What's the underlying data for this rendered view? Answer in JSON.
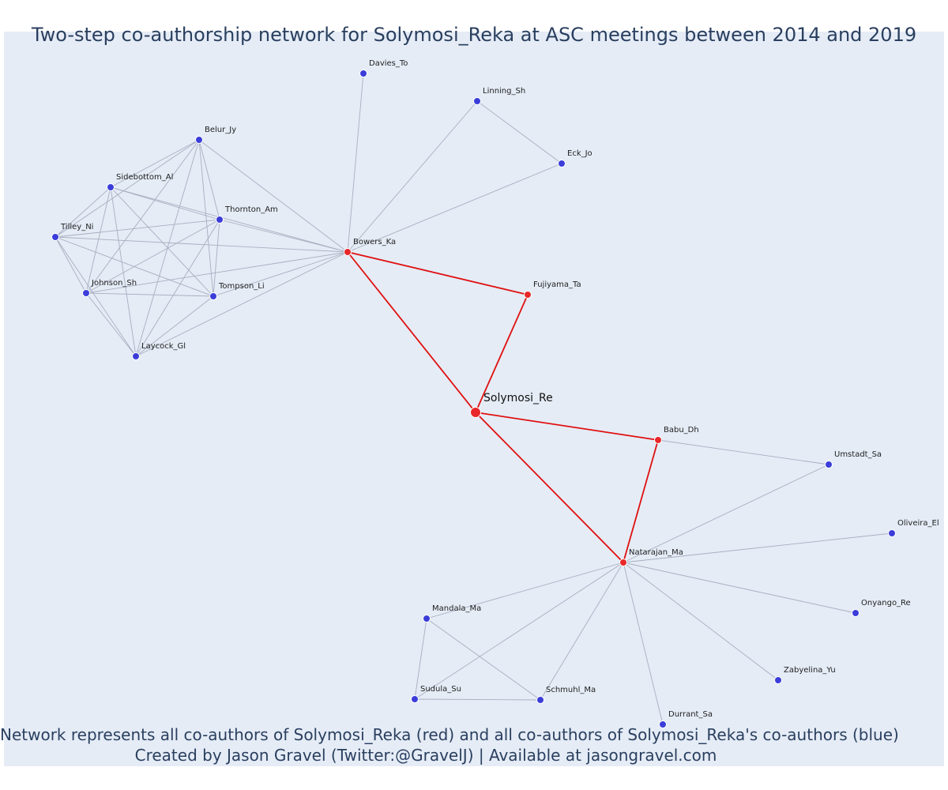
{
  "title": "Two-step co-authorship network for Solymosi_Reka at ASC meetings between 2014 and 2019",
  "footer": {
    "line1": "Network represents all co-authors of Solymosi_Reka (red) and all co-authors of Solymosi_Reka's co-authors (blue)",
    "line2": "Created by Jason Gravel (Twitter:@GravelJ) | Available at jasongravel.com"
  },
  "colors": {
    "background": "#e5ecf6",
    "red": "#e8272a",
    "blue": "#3b3dd9",
    "gray_edge": "#a9aec0",
    "red_edge": "#e01010"
  },
  "nodes": [
    {
      "id": "Solymosi_Re",
      "group": "focal"
    },
    {
      "id": "Bowers_Ka",
      "group": "red"
    },
    {
      "id": "Fujiyama_Ta",
      "group": "red"
    },
    {
      "id": "Babu_Dh",
      "group": "red"
    },
    {
      "id": "Natarajan_Ma",
      "group": "red"
    },
    {
      "id": "Davies_To",
      "group": "blue"
    },
    {
      "id": "Linning_Sh",
      "group": "blue"
    },
    {
      "id": "Eck_Jo",
      "group": "blue"
    },
    {
      "id": "Belur_Jy",
      "group": "blue"
    },
    {
      "id": "Sidebottom_Al",
      "group": "blue"
    },
    {
      "id": "Thornton_Am",
      "group": "blue"
    },
    {
      "id": "Tilley_Ni",
      "group": "blue"
    },
    {
      "id": "Johnson_Sh",
      "group": "blue"
    },
    {
      "id": "Tompson_Li",
      "group": "blue"
    },
    {
      "id": "Laycock_Gl",
      "group": "blue"
    },
    {
      "id": "Umstadt_Sa",
      "group": "blue"
    },
    {
      "id": "Oliveira_El",
      "group": "blue"
    },
    {
      "id": "Onyango_Re",
      "group": "blue"
    },
    {
      "id": "Zabyelina_Yu",
      "group": "blue"
    },
    {
      "id": "Durrant_Sa",
      "group": "blue"
    },
    {
      "id": "Mandala_Ma",
      "group": "blue"
    },
    {
      "id": "Sudula_Su",
      "group": "blue"
    },
    {
      "id": "Schmuhl_Ma",
      "group": "blue"
    }
  ],
  "edges": [
    [
      "Solymosi_Re",
      "Bowers_Ka"
    ],
    [
      "Solymosi_Re",
      "Fujiyama_Ta"
    ],
    [
      "Solymosi_Re",
      "Babu_Dh"
    ],
    [
      "Solymosi_Re",
      "Natarajan_Ma"
    ],
    [
      "Bowers_Ka",
      "Fujiyama_Ta"
    ],
    [
      "Babu_Dh",
      "Natarajan_Ma"
    ],
    [
      "Bowers_Ka",
      "Davies_To"
    ],
    [
      "Bowers_Ka",
      "Linning_Sh"
    ],
    [
      "Bowers_Ka",
      "Eck_Jo"
    ],
    [
      "Linning_Sh",
      "Eck_Jo"
    ],
    [
      "Bowers_Ka",
      "Belur_Jy"
    ],
    [
      "Bowers_Ka",
      "Sidebottom_Al"
    ],
    [
      "Bowers_Ka",
      "Thornton_Am"
    ],
    [
      "Bowers_Ka",
      "Tilley_Ni"
    ],
    [
      "Bowers_Ka",
      "Johnson_Sh"
    ],
    [
      "Bowers_Ka",
      "Tompson_Li"
    ],
    [
      "Bowers_Ka",
      "Laycock_Gl"
    ],
    [
      "Belur_Jy",
      "Sidebottom_Al"
    ],
    [
      "Belur_Jy",
      "Thornton_Am"
    ],
    [
      "Belur_Jy",
      "Tilley_Ni"
    ],
    [
      "Belur_Jy",
      "Johnson_Sh"
    ],
    [
      "Belur_Jy",
      "Tompson_Li"
    ],
    [
      "Belur_Jy",
      "Laycock_Gl"
    ],
    [
      "Sidebottom_Al",
      "Thornton_Am"
    ],
    [
      "Sidebottom_Al",
      "Tilley_Ni"
    ],
    [
      "Sidebottom_Al",
      "Johnson_Sh"
    ],
    [
      "Sidebottom_Al",
      "Tompson_Li"
    ],
    [
      "Sidebottom_Al",
      "Laycock_Gl"
    ],
    [
      "Thornton_Am",
      "Tilley_Ni"
    ],
    [
      "Thornton_Am",
      "Johnson_Sh"
    ],
    [
      "Thornton_Am",
      "Tompson_Li"
    ],
    [
      "Thornton_Am",
      "Laycock_Gl"
    ],
    [
      "Tilley_Ni",
      "Johnson_Sh"
    ],
    [
      "Tilley_Ni",
      "Tompson_Li"
    ],
    [
      "Tilley_Ni",
      "Laycock_Gl"
    ],
    [
      "Johnson_Sh",
      "Tompson_Li"
    ],
    [
      "Johnson_Sh",
      "Laycock_Gl"
    ],
    [
      "Tompson_Li",
      "Laycock_Gl"
    ],
    [
      "Babu_Dh",
      "Umstadt_Sa"
    ],
    [
      "Natarajan_Ma",
      "Umstadt_Sa"
    ],
    [
      "Natarajan_Ma",
      "Oliveira_El"
    ],
    [
      "Natarajan_Ma",
      "Onyango_Re"
    ],
    [
      "Natarajan_Ma",
      "Zabyelina_Yu"
    ],
    [
      "Natarajan_Ma",
      "Durrant_Sa"
    ],
    [
      "Natarajan_Ma",
      "Mandala_Ma"
    ],
    [
      "Natarajan_Ma",
      "Sudula_Su"
    ],
    [
      "Natarajan_Ma",
      "Schmuhl_Ma"
    ],
    [
      "Mandala_Ma",
      "Sudula_Su"
    ],
    [
      "Mandala_Ma",
      "Schmuhl_Ma"
    ],
    [
      "Sudula_Su",
      "Schmuhl_Ma"
    ]
  ]
}
